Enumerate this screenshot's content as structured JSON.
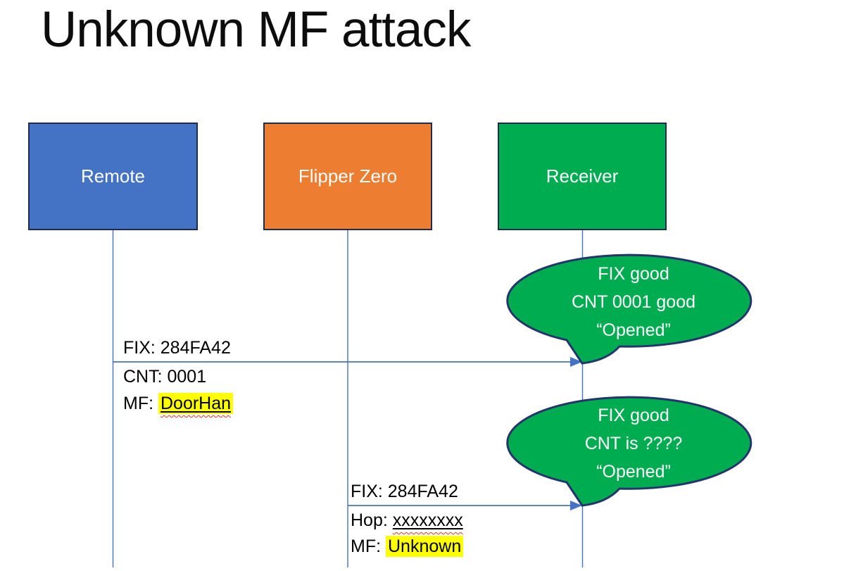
{
  "title": "Unknown MF attack",
  "actors": [
    {
      "id": "remote",
      "label": "Remote"
    },
    {
      "id": "flipper",
      "label": "Flipper Zero"
    },
    {
      "id": "receiver",
      "label": "Receiver"
    }
  ],
  "messages": [
    {
      "from": "Remote",
      "to": "Receiver",
      "above": "FIX: 284FA42",
      "below": [
        {
          "prefix": "",
          "value": "CNT: 0001"
        },
        {
          "prefix": "MF: ",
          "value": "DoorHan"
        }
      ]
    },
    {
      "from": "Flipper Zero",
      "to": "Receiver",
      "above": "FIX: 284FA42",
      "below": [
        {
          "prefix": "Hop: ",
          "value": "xxxxxxxx"
        },
        {
          "prefix": "MF: ",
          "value": "Unknown"
        }
      ]
    }
  ],
  "callouts": [
    {
      "speaker": "Receiver",
      "lines": [
        "FIX good",
        "CNT 0001 good",
        "“Opened”"
      ]
    },
    {
      "speaker": "Receiver",
      "lines": [
        "FIX good",
        "CNT is ????",
        "“Opened”"
      ]
    }
  ],
  "colors": {
    "actor_remote": "#4472C4",
    "actor_flipper": "#ED7D31",
    "actor_receiver": "#00AC50",
    "box_border": "#1E2B4F",
    "callout_fill": "#00AC50",
    "callout_border": "#24356B",
    "connector": "#4472C4",
    "highlight": "#FFFF00",
    "spellcheck_underline": "#EA3323"
  }
}
